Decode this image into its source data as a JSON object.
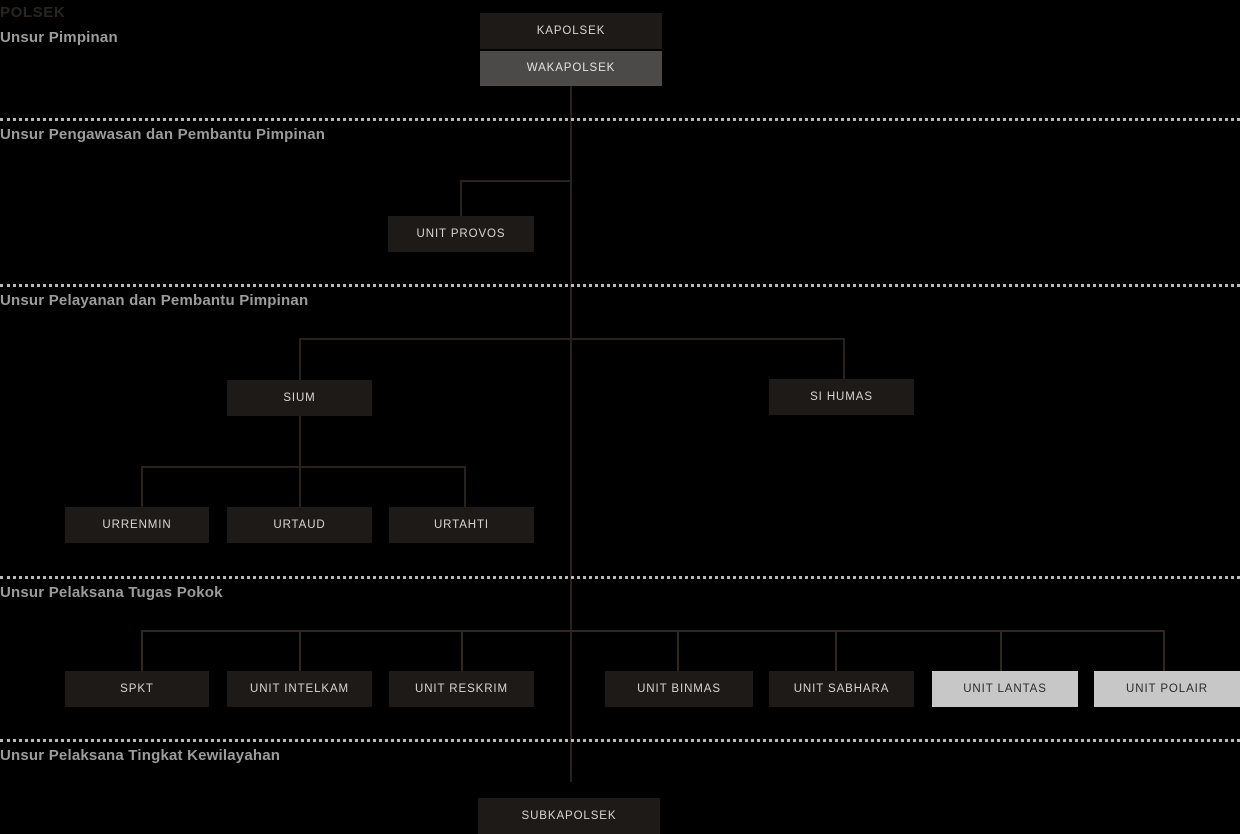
{
  "app_title": "POLSEK",
  "bands": [
    {
      "label": "Unsur Pimpinan"
    },
    {
      "label": "Unsur Pengawasan dan Pembantu Pimpinan"
    },
    {
      "label": "Unsur Pelayanan dan Pembantu Pimpinan"
    },
    {
      "label": "Unsur Pelaksana Tugas Pokok"
    },
    {
      "label": "Unsur Pelaksana Tingkat Kewilayahan"
    }
  ],
  "nodes": {
    "kapolsek": "KAPOLSEK",
    "wakapolsek": "WAKAPOLSEK",
    "unit_provos": "UNIT PROVOS",
    "sium": "SIUM",
    "si_humas": "SI HUMAS",
    "urrenmin": "URRENMIN",
    "urtaud": "URTAUD",
    "urtahti": "URTAHTI",
    "spkt": "SPKT",
    "unit_intelkam": "UNIT INTELKAM",
    "unit_reskrim": "UNIT RESKRIM",
    "unit_binmas": "UNIT BINMAS",
    "unit_sabhara": "UNIT SABHARA",
    "unit_lantas": "UNIT LANTAS",
    "unit_polair": "UNIT POLAIR",
    "subkapolsek": "SUBKAPOLSEK"
  },
  "colors": {
    "canvas": "#000000",
    "node_dark": "#1e1a18",
    "node_gray": "#4c4a49",
    "node_light": "#c7c7c7",
    "band_label": "#9c9c9c",
    "divider": "#b9b9b9",
    "connector": "#29211e",
    "app_title": "#2b2421"
  }
}
